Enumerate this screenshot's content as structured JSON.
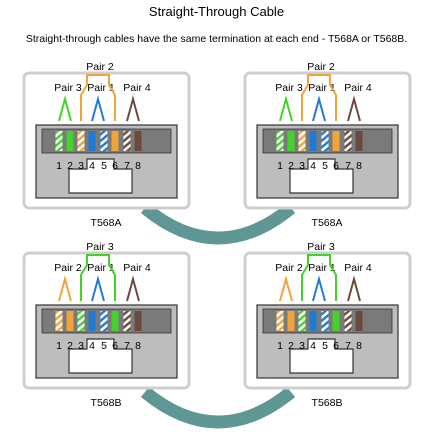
{
  "title": "Straight-Through Cable",
  "subtitle": "Straight-through cables have the same termination at each end - T568A or T568B.",
  "colors": {
    "cable": "#5f9795",
    "orange": "#f1a43a",
    "green": "#43d22a",
    "blue": "#1f7ad6",
    "brown": "#6b4a3d",
    "white": "#ffffff",
    "frame": "#cfcfcf",
    "plug_body": "#bdbdbd"
  },
  "connectors": [
    {
      "standard": "T568A",
      "top_pair": "Pair 2",
      "pair_labels": [
        "Pair 3",
        "Pair 1",
        "Pair 4"
      ],
      "pin_numbers": [
        "1",
        "2",
        "3",
        "4",
        "5",
        "6",
        "7",
        "8"
      ],
      "wires": [
        {
          "color": "green",
          "striped": true
        },
        {
          "color": "green",
          "striped": false
        },
        {
          "color": "orange",
          "striped": true
        },
        {
          "color": "blue",
          "striped": false
        },
        {
          "color": "blue",
          "striped": true
        },
        {
          "color": "orange",
          "striped": false
        },
        {
          "color": "brown",
          "striped": true
        },
        {
          "color": "brown",
          "striped": false
        }
      ]
    },
    {
      "standard": "T568A",
      "top_pair": "Pair 2",
      "pair_labels": [
        "Pair 3",
        "Pair 1",
        "Pair 4"
      ],
      "pin_numbers": [
        "1",
        "2",
        "3",
        "4",
        "5",
        "6",
        "7",
        "8"
      ],
      "wires": [
        {
          "color": "green",
          "striped": true
        },
        {
          "color": "green",
          "striped": false
        },
        {
          "color": "orange",
          "striped": true
        },
        {
          "color": "blue",
          "striped": false
        },
        {
          "color": "blue",
          "striped": true
        },
        {
          "color": "orange",
          "striped": false
        },
        {
          "color": "brown",
          "striped": true
        },
        {
          "color": "brown",
          "striped": false
        }
      ]
    },
    {
      "standard": "T568B",
      "top_pair": "Pair 3",
      "pair_labels": [
        "Pair 2",
        "Pair 1",
        "Pair 4"
      ],
      "pin_numbers": [
        "1",
        "2",
        "3",
        "4",
        "5",
        "6",
        "7",
        "8"
      ],
      "wires": [
        {
          "color": "orange",
          "striped": true
        },
        {
          "color": "orange",
          "striped": false
        },
        {
          "color": "green",
          "striped": true
        },
        {
          "color": "blue",
          "striped": false
        },
        {
          "color": "blue",
          "striped": true
        },
        {
          "color": "green",
          "striped": false
        },
        {
          "color": "brown",
          "striped": true
        },
        {
          "color": "brown",
          "striped": false
        }
      ]
    },
    {
      "standard": "T568B",
      "top_pair": "Pair 3",
      "pair_labels": [
        "Pair 2",
        "Pair 1",
        "Pair 4"
      ],
      "pin_numbers": [
        "1",
        "2",
        "3",
        "4",
        "5",
        "6",
        "7",
        "8"
      ],
      "wires": [
        {
          "color": "orange",
          "striped": true
        },
        {
          "color": "orange",
          "striped": false
        },
        {
          "color": "green",
          "striped": true
        },
        {
          "color": "blue",
          "striped": false
        },
        {
          "color": "blue",
          "striped": true
        },
        {
          "color": "green",
          "striped": false
        },
        {
          "color": "brown",
          "striped": true
        },
        {
          "color": "brown",
          "striped": false
        }
      ]
    }
  ]
}
